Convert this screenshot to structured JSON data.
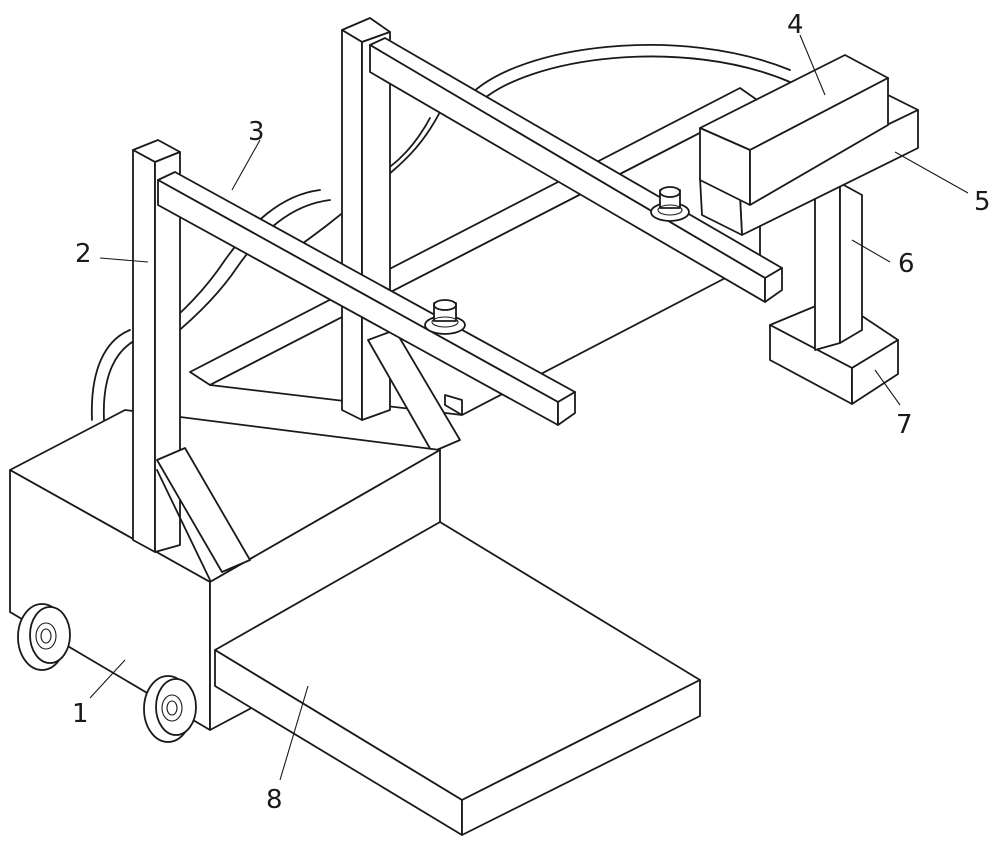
{
  "labels": [
    {
      "id": "1",
      "text": "1"
    },
    {
      "id": "2",
      "text": "2"
    },
    {
      "id": "3",
      "text": "3"
    },
    {
      "id": "4",
      "text": "4"
    },
    {
      "id": "5",
      "text": "5"
    },
    {
      "id": "6",
      "text": "6"
    },
    {
      "id": "7",
      "text": "7"
    },
    {
      "id": "8",
      "text": "8"
    }
  ],
  "colors": {
    "stroke": "#1a1a1a",
    "background": "#ffffff"
  }
}
